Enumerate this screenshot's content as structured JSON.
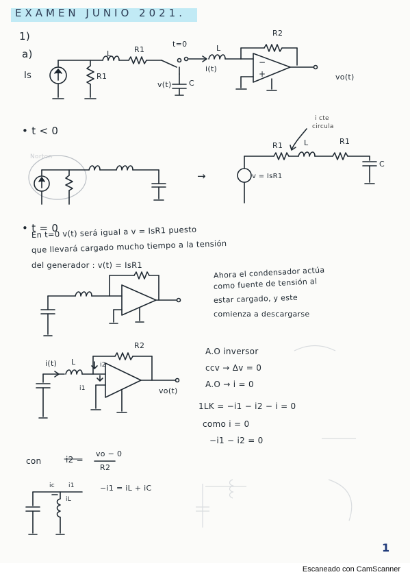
{
  "header": {
    "title": "EXAMEN JUNIO 2021."
  },
  "part_a": {
    "number": "1)",
    "sub": "a)",
    "labels": {
      "is": "Is",
      "r1_side": "R1",
      "l_top": "L",
      "r1_top": "R1",
      "t0": "t=0",
      "l2": "L",
      "it": "i(t)",
      "vt": "v(t)",
      "c": "C",
      "r2": "R2",
      "minus": "−",
      "plus": "+",
      "vot": "vo(t)"
    }
  },
  "before": {
    "case": "• t < 0",
    "norton": "Norton",
    "arrow": "→",
    "annot": [
      "i cte",
      "circula"
    ],
    "labels": {
      "r1": "R1",
      "l": "L",
      "r1b": "R1",
      "v": "v = IsR1",
      "c": "C"
    }
  },
  "after": {
    "case": "• t = 0",
    "lines": [
      "En      t=0         v(t)   será    igual   a   v = IsR1    puesto",
      "que   llevará   cargado   mucho   tiempo   a   la   tensión",
      "del   generador :    v(t) = IsR1"
    ],
    "explain": [
      "Ahora   el   condensador   actúa",
      "como   fuente   de   tensión   al",
      "estar   cargado,   y   este",
      "comienza   a   descargarse"
    ]
  },
  "analysis": {
    "labels": {
      "it": "i(t)",
      "l": "L",
      "r2": "R2",
      "i2": "i2",
      "i1": "i1",
      "vo": "vo(t)"
    },
    "eqs": [
      "A.O   inversor",
      "ccv → Δv = 0",
      "A.O → i = 0",
      "1LK = −i1 − i2 − i = 0",
      "como     i = 0",
      "−i1 − i2 = 0"
    ],
    "con": "con",
    "i2_lhs": "i2 =",
    "frac_num": "vo − 0",
    "frac_den": "R2"
  },
  "bottom": {
    "labels": {
      "ic": "ic",
      "i1": "i1",
      "il": "iL"
    },
    "eq": "−i1 = iL + iC"
  },
  "page_number": "1",
  "footer": "Escaneado con CamScanner"
}
